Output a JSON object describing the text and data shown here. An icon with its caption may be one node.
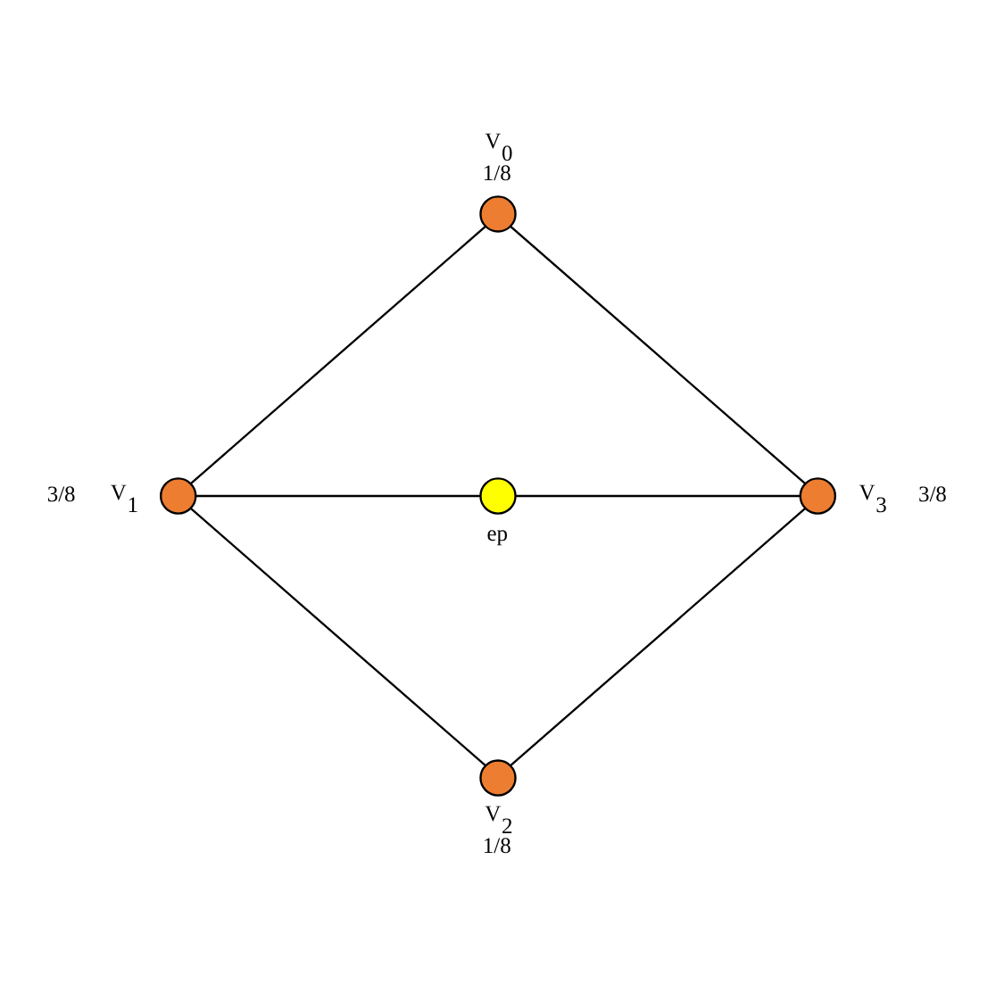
{
  "diagram": {
    "nodes": [
      {
        "text": [
          "V$_{0}$"
        ],
        "beside": [
          "1/8"
        ]
      },
      {
        "text": [
          "V$_{1}$"
        ],
        "beside": [
          "3/8"
        ]
      },
      {
        "text": [
          "ep"
        ]
      },
      {
        "text": [
          "V$_{3}$"
        ],
        "beside": [
          "3/8"
        ]
      },
      {
        "text": [
          "V$_{2}$"
        ],
        "beside": [
          "1/8"
        ]
      }
    ],
    "edges": [
      {
        "from": 0,
        "to": 1,
        "arrow": "none"
      },
      {
        "from": 0,
        "to": 3,
        "arrow": "none"
      },
      {
        "from": 1,
        "to": 2,
        "arrow": "none"
      },
      {
        "from": 2,
        "to": 3,
        "arrow": "none"
      },
      {
        "from": 1,
        "to": 4,
        "arrow": "none"
      },
      {
        "from": 3,
        "to": 4,
        "arrow": "none"
      }
    ]
  }
}
